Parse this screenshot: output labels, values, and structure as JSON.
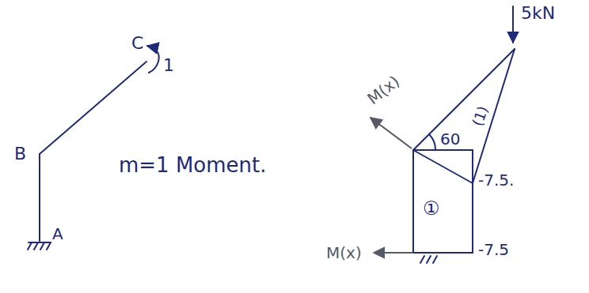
{
  "diagram": {
    "labels": [
      "C",
      "1",
      "B",
      "A",
      "m=1 Moment.",
      "5kN",
      "M(x)",
      "60",
      "(1)",
      "-7.5.",
      "①",
      "-7.5",
      "M(x)"
    ]
  }
}
